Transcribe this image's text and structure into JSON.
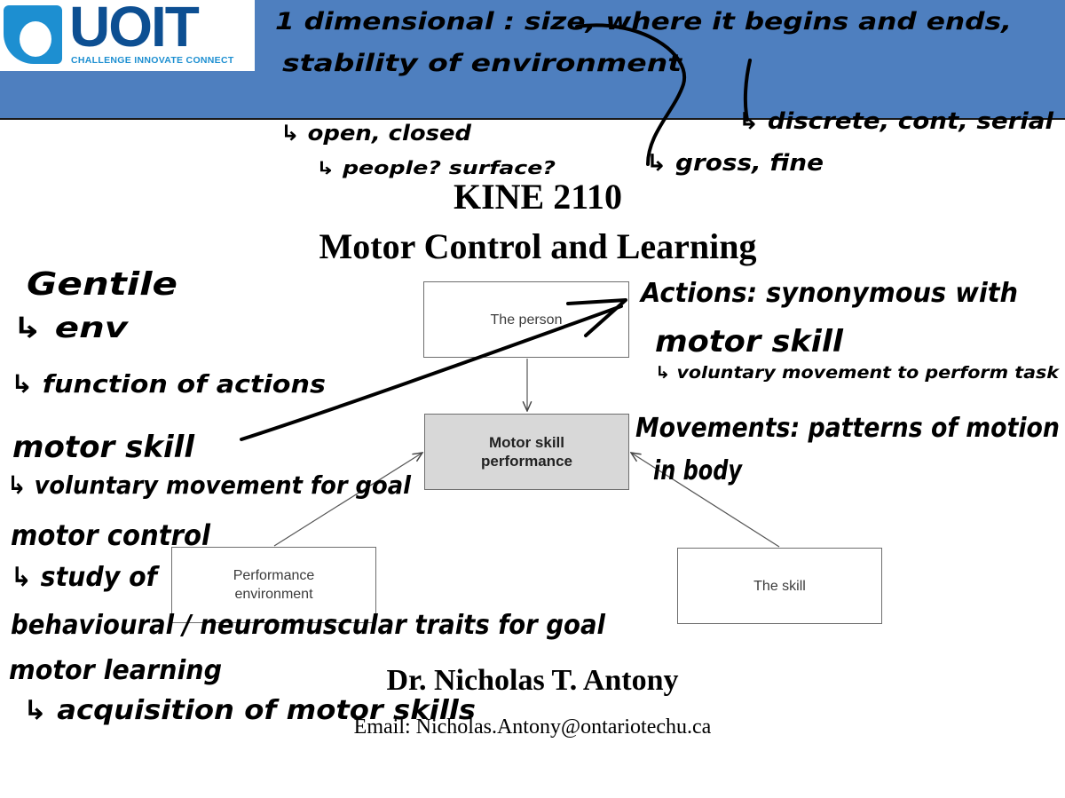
{
  "header": {
    "logo_text": "UOIT",
    "logo_tagline": "CHALLENGE INNOVATE CONNECT",
    "band_color": "#4e7fbf"
  },
  "slide": {
    "course_code": "KINE 2110",
    "course_title": "Motor Control and Learning"
  },
  "diagram": {
    "person": "The person",
    "motor_skill_line1": "Motor skill",
    "motor_skill_line2": "performance",
    "environment_line1": "Performance",
    "environment_line2": "environment",
    "skill": "The skill"
  },
  "presenter": {
    "name": "Dr. Nicholas T. Antony",
    "email": "Email: Nicholas.Antony@ontariotechu.ca"
  },
  "annotations": {
    "top_line1": "1 dimensional : size, where it begins and ends,",
    "top_line2": "stability of environment",
    "open_closed": "↳ open, closed",
    "people_surface": "↳ people? surface?",
    "discrete": "↳ discrete, cont, serial",
    "gross_fine": "↳ gross, fine",
    "gentile": "Gentile",
    "env": "↳ env",
    "function_of_actions": "↳ function of actions",
    "motor_skill": "motor skill",
    "voluntary_goal": "↳ voluntary movement for goal",
    "motor_control": "motor control",
    "study_of": "↳ study of",
    "behavioural": "behavioural / neuromuscular traits for goal",
    "motor_learning": "motor learning",
    "acquisition": "↳ acquisition of motor skills",
    "actions": "Actions: synonymous with",
    "actions_motor_skill": "motor skill",
    "actions_sub": "↳ voluntary movement to perform task",
    "movements": "Movements: patterns of motion",
    "in_body": "in body"
  }
}
